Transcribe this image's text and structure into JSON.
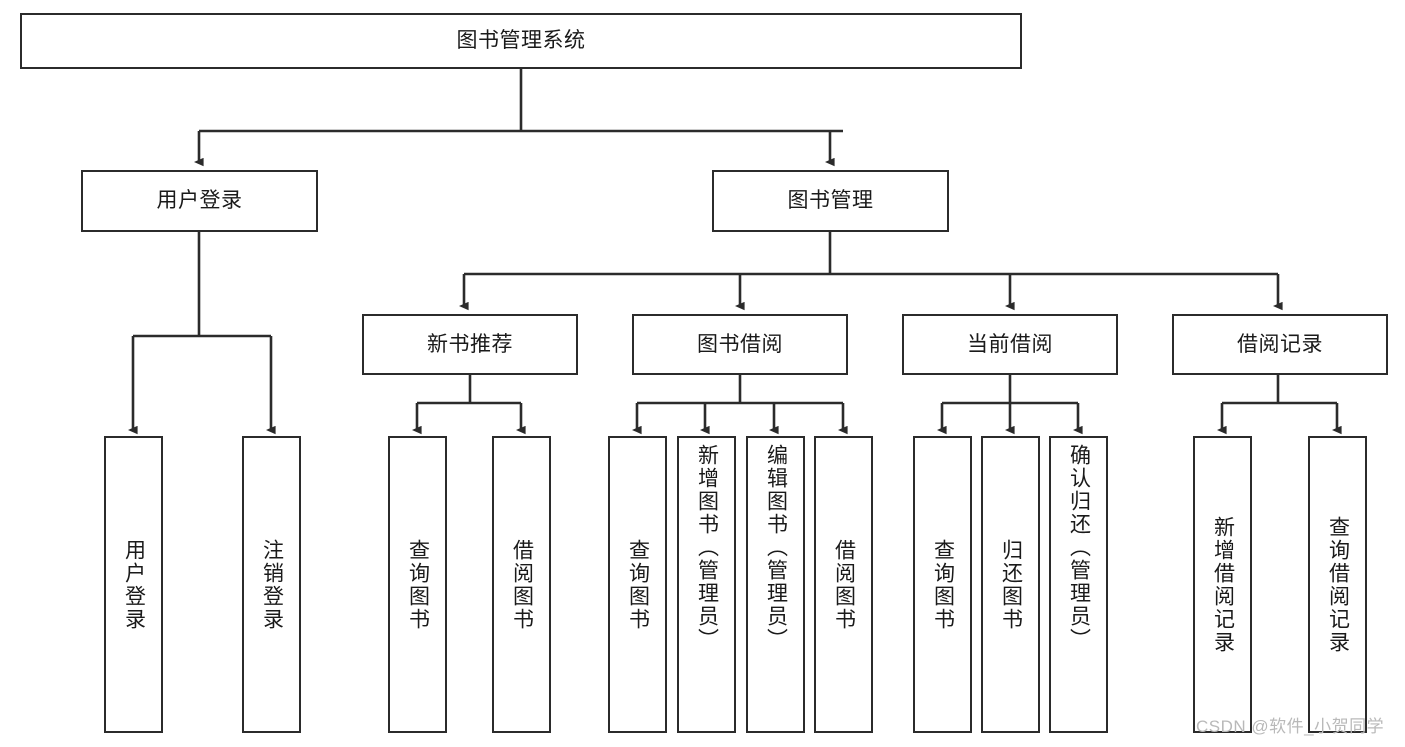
{
  "diagram": {
    "type": "tree-hierarchy",
    "title": "图书管理系统",
    "orientation": "top-down",
    "colors": {
      "node_border": "#2b2b2b",
      "node_fill": "#ffffff",
      "edge": "#2b2b2b",
      "text": "#1a1a1a",
      "watermark": "#b9b9b9"
    },
    "root": {
      "label": "图书管理系统"
    },
    "level2": [
      {
        "label": "用户登录"
      },
      {
        "label": "图书管理"
      }
    ],
    "level3": [
      {
        "label": "新书推荐"
      },
      {
        "label": "图书借阅"
      },
      {
        "label": "当前借阅"
      },
      {
        "label": "借阅记录"
      }
    ],
    "leaves_user_login": [
      {
        "label": "用户登录"
      },
      {
        "label": "注销登录"
      }
    ],
    "leaves_new_book": [
      {
        "label": "查询图书"
      },
      {
        "label": "借阅图书"
      }
    ],
    "leaves_borrow": [
      {
        "label": "查询图书"
      },
      {
        "label": "新增图书（管理员）"
      },
      {
        "label": "编辑图书（管理员）"
      },
      {
        "label": "借阅图书"
      }
    ],
    "leaves_current": [
      {
        "label": "查询图书"
      },
      {
        "label": "归还图书"
      },
      {
        "label": "确认归还（管理员）"
      }
    ],
    "leaves_records": [
      {
        "label": "新增借阅记录"
      },
      {
        "label": "查询借阅记录"
      }
    ]
  },
  "watermark": {
    "text": "CSDN @软件_小贺同学"
  }
}
